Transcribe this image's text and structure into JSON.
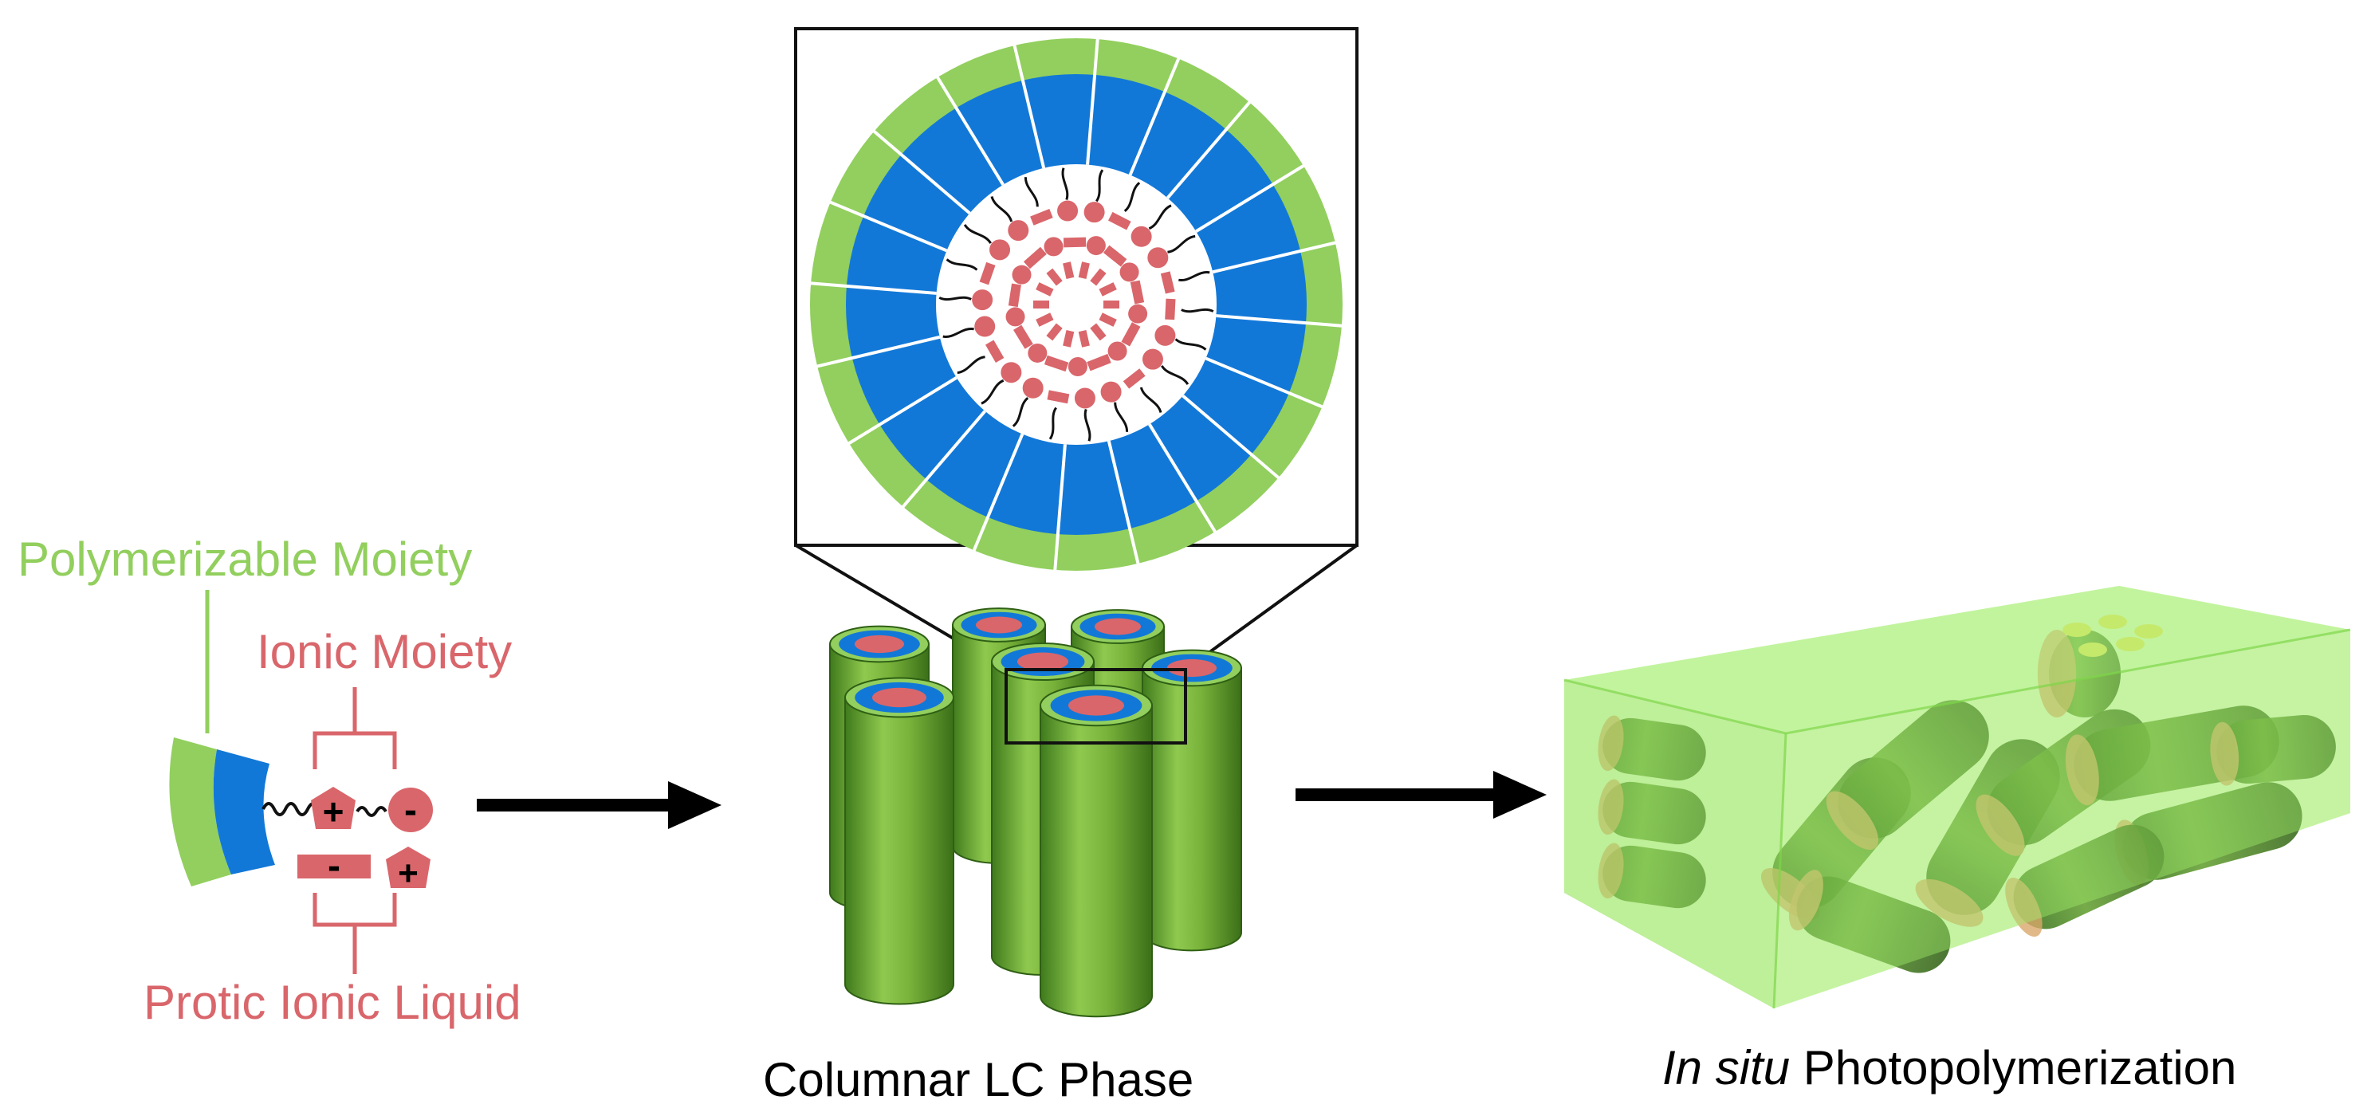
{
  "labels": {
    "polymerizable": "Polymerizable Moiety",
    "ionic": "Ionic Moiety",
    "protic": "Protic Ionic Liquid",
    "columnar": "Columnar LC Phase",
    "insitu_italic": "In situ",
    "insitu_rest": "Photopolymerization"
  },
  "charges": {
    "plus": "+",
    "minus": "-"
  },
  "colors": {
    "green": "#92CF5E",
    "blue": "#1278D8",
    "red": "#D9666B",
    "cylinder": "#7FB33E",
    "matrix": "#B6F28A",
    "black": "#000000"
  }
}
